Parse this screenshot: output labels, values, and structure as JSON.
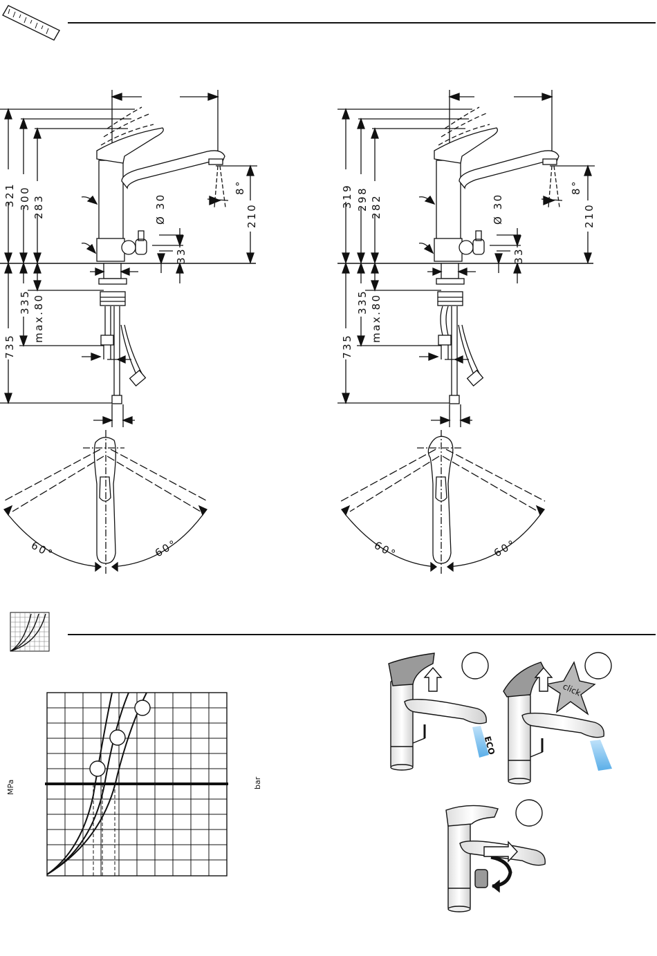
{
  "left_drawing": {
    "dims_vertical": [
      "321",
      "300",
      "283",
      "735",
      "335",
      "max.80"
    ],
    "dims_spout": [
      "Ø 30",
      "210",
      "8°",
      "33"
    ],
    "angles": [
      "60°",
      "60°"
    ]
  },
  "right_drawing": {
    "dims_vertical": [
      "319",
      "298",
      "282",
      "735",
      "335",
      "max.80"
    ],
    "dims_spout": [
      "Ø 30",
      "210",
      "8°",
      "33"
    ],
    "angles": [
      "60°",
      "60°"
    ]
  },
  "graph": {
    "left_unit": "MPa",
    "right_unit": "bar"
  },
  "illustrations": {
    "eco_label": "ECO",
    "click_label": "click"
  },
  "colors": {
    "line": "#111111",
    "handle_grey": "#9a9a9a",
    "water_blue": "#5aaee8"
  }
}
